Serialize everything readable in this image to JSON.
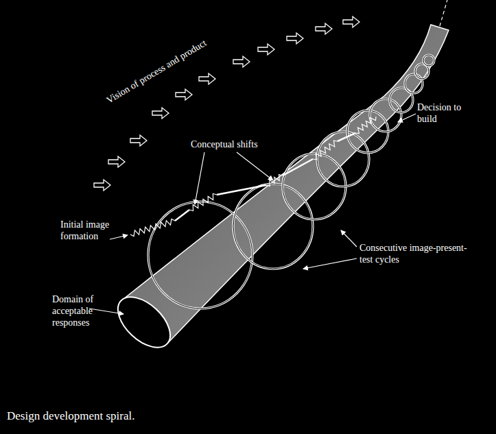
{
  "diagram": {
    "caption": "Design development spiral.",
    "labels": [
      "Vision of process and product",
      "Conceptual shifts",
      "Decision to build",
      "Initial image formation",
      "Consecutive image-present-test cycles",
      "Domain of acceptable responses"
    ]
  }
}
